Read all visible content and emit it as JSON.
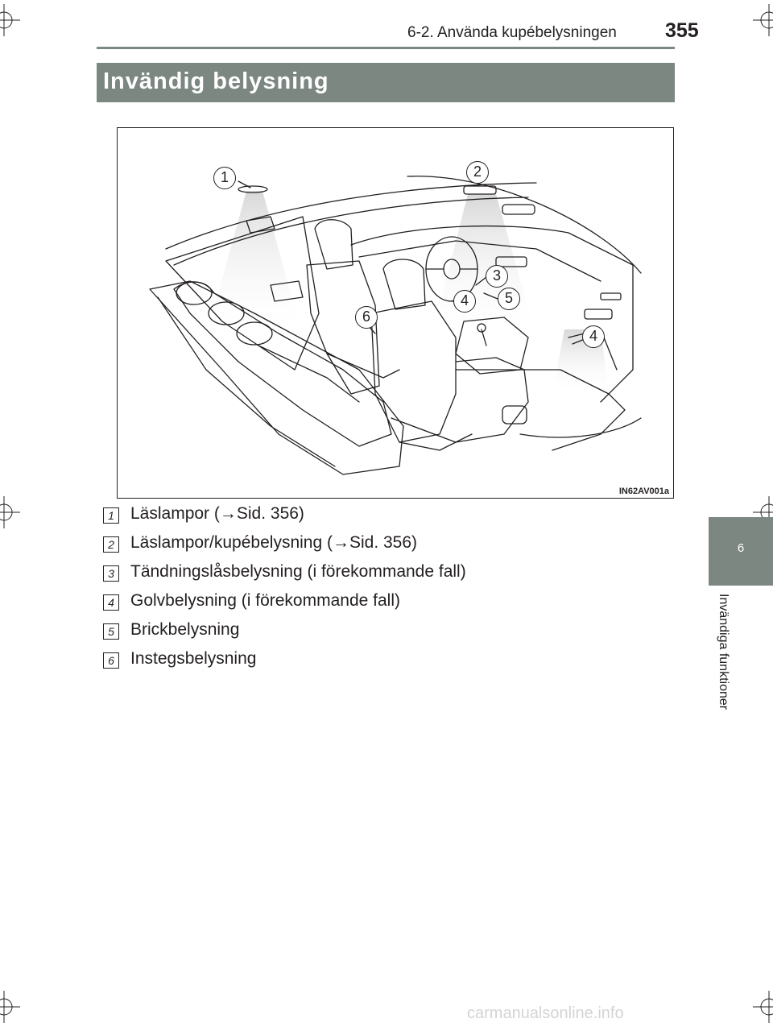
{
  "header": {
    "section": "6-2. Använda kupébelysningen",
    "page_number": "355"
  },
  "title": "Invändig belysning",
  "figure": {
    "code": "IN62AV001a",
    "callouts": [
      "1",
      "2",
      "3",
      "4",
      "5",
      "4",
      "6"
    ]
  },
  "items": [
    {
      "num": "1",
      "label": "Läslampor (→Sid. 356)"
    },
    {
      "num": "2",
      "label": "Läslampor/kupébelysning (→Sid. 356)"
    },
    {
      "num": "3",
      "label": "Tändningslåsbelysning (i förekommande fall)"
    },
    {
      "num": "4",
      "label": "Golvbelysning (i förekommande fall)"
    },
    {
      "num": "5",
      "label": "Brickbelysning"
    },
    {
      "num": "6",
      "label": "Instegsbelysning"
    }
  ],
  "side_tab": {
    "chapter": "6",
    "title": "Invändiga funktioner"
  },
  "watermark": "carmanualsonline.info"
}
